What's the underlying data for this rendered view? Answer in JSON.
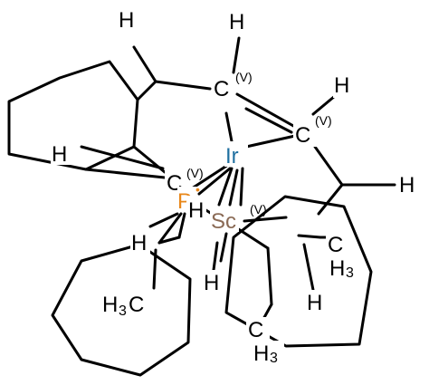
{
  "colors": {
    "bond": "#000000",
    "ir": "#1f6fa0",
    "p": "#e8871a",
    "sc": "#8a6a55",
    "background": "#ffffff"
  },
  "atoms": {
    "ir": "Ir",
    "p": "P",
    "p_dot": "•",
    "sc": "Sc",
    "c": "C",
    "h": "H",
    "h3": "H",
    "sub3": "3",
    "ox_v": "(V)"
  }
}
